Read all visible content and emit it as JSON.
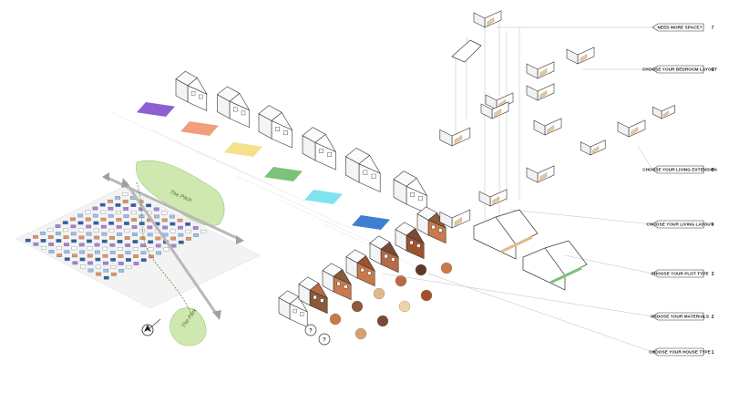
{
  "steps": [
    {
      "number": "7",
      "label": "NEED MORE SPACE?"
    },
    {
      "number": "6",
      "label": "CHOOSE YOUR BEDROOM LAYOUT"
    },
    {
      "number": "5",
      "label": "CHOOSE YOUR LIVING EXTENSION"
    },
    {
      "number": "4",
      "label": "CHOOSE YOUR LIVING LAYOUT"
    },
    {
      "number": "3",
      "label": "CHOOSE YOUR PLOT TYPE"
    },
    {
      "number": "2",
      "label": "CHOOSE YOUR MATERIALS"
    },
    {
      "number": "1",
      "label": "CHOOSE YOUR HOUSE TYPE"
    }
  ],
  "map": {
    "park_north": "The Pitch",
    "park_south": "The Park"
  },
  "unknown_marker": "?",
  "plot_colors": [
    "#8e5fd0",
    "#f0a07a",
    "#f7e08c",
    "#7cc27a",
    "#7fe3f2",
    "#3f7fd1"
  ],
  "material_colors": [
    "#c97a4a",
    "#8b5a3a",
    "#e0b98a",
    "#b86a44",
    "#5a3a2a",
    "#d9a070",
    "#7a4a34",
    "#f1d3a8",
    "#a0522d"
  ],
  "accent_colors": {
    "park": "#cfe8b0",
    "road": "#b8b8b8",
    "path": "#5a8a3a",
    "label_box": "#ffffff"
  }
}
